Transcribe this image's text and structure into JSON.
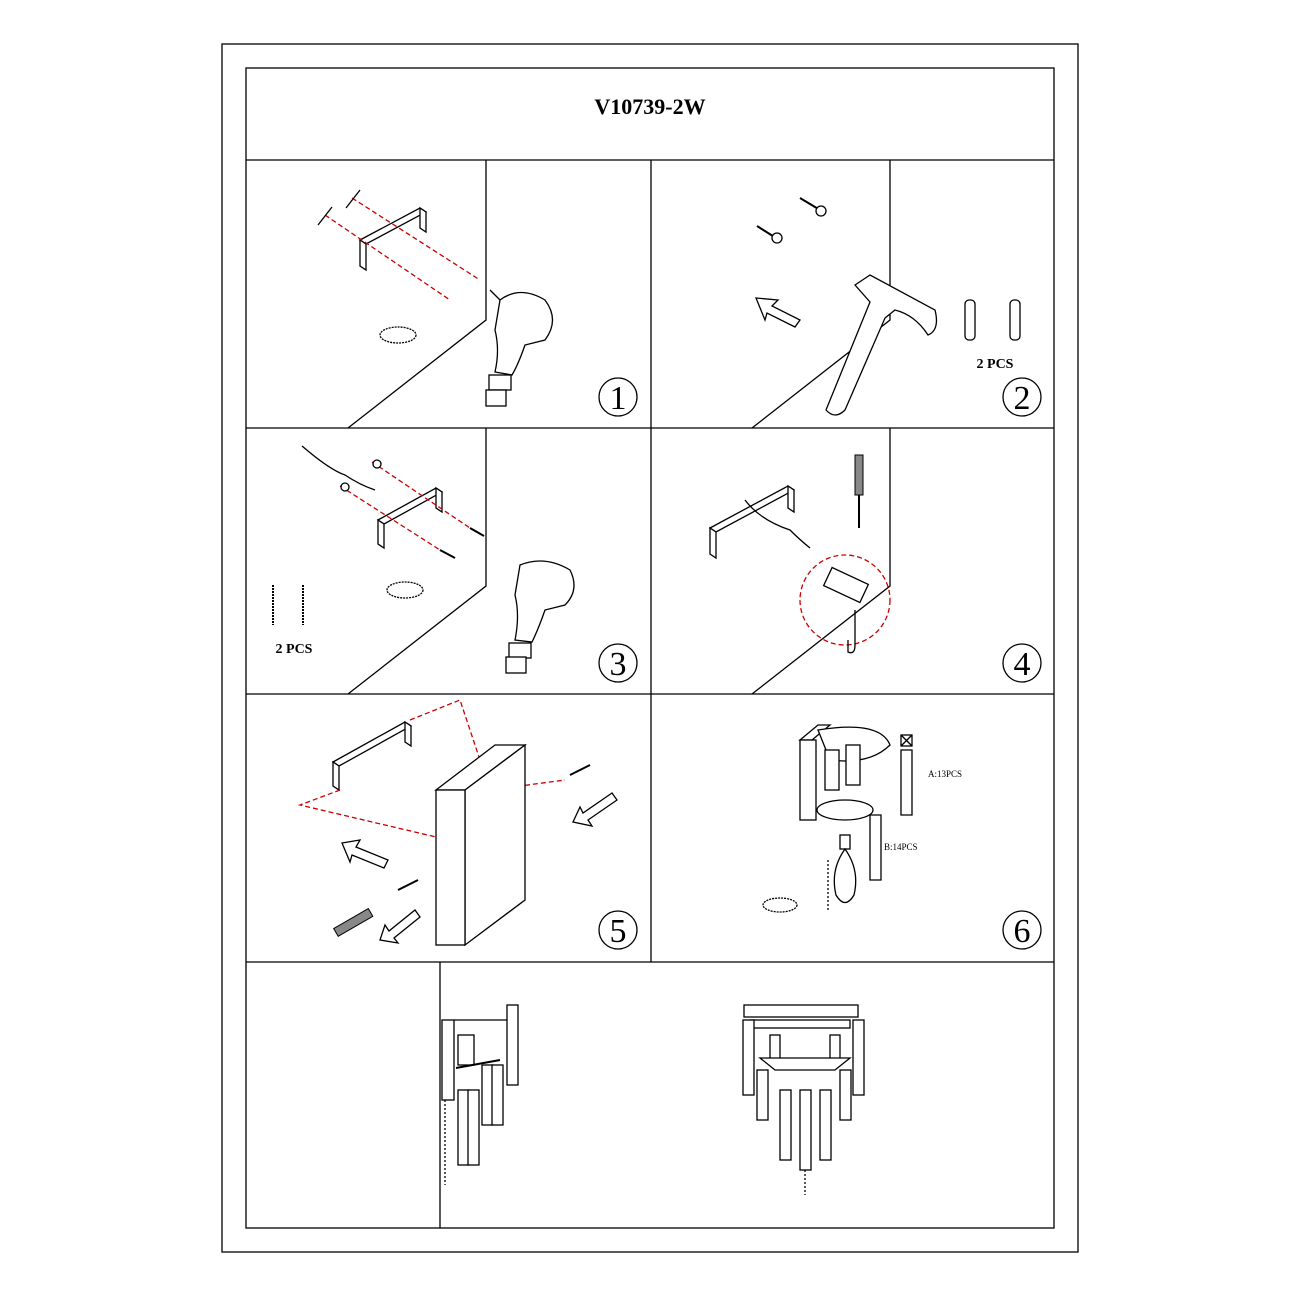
{
  "title": "V10739-2W",
  "steps": [
    {
      "number": "1"
    },
    {
      "number": "2",
      "quantity_label": "2 PCS"
    },
    {
      "number": "3",
      "quantity_label": "2 PCS"
    },
    {
      "number": "4"
    },
    {
      "number": "5"
    },
    {
      "number": "6",
      "crystal_a_label": "A:13PCS",
      "crystal_b_label": "B:14PCS"
    }
  ],
  "colors": {
    "guide_line": "#cc0000",
    "line": "#000000"
  }
}
